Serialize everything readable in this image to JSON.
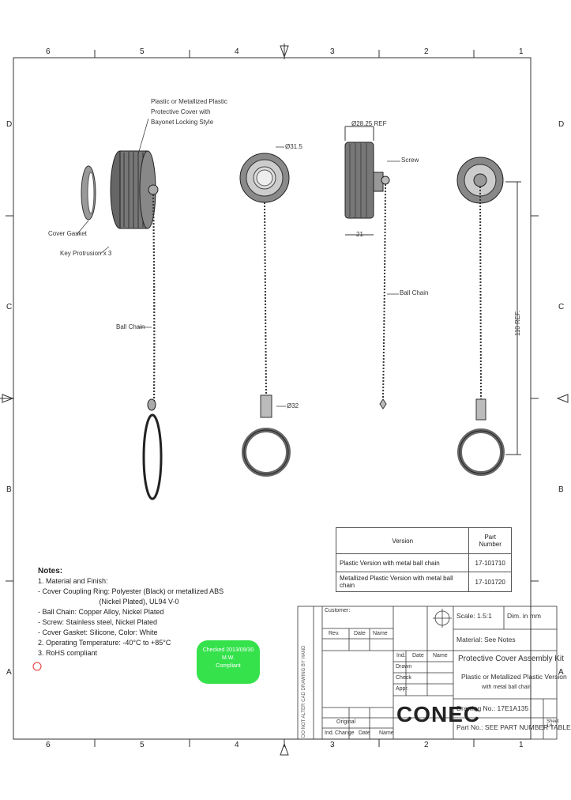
{
  "zones": {
    "top": [
      "6",
      "5",
      "4",
      "3",
      "2",
      "1"
    ],
    "bottom": [
      "6",
      "5",
      "4",
      "3",
      "2",
      "1"
    ],
    "left": [
      "D",
      "C",
      "B",
      "A"
    ],
    "right": [
      "D",
      "C",
      "B",
      "A"
    ]
  },
  "callouts": {
    "cover": [
      "Plastic or Metallized Plastic",
      "Protective Cover with",
      "Bayonet Locking Style"
    ],
    "gasket": "Cover Gasket",
    "key": "Key Protrusion x 3",
    "ball_chain_left": "Ball Chain",
    "dia_front": "Ø31.5",
    "dia_ring": "Ø32",
    "ref_width": "Ø28.25 REF",
    "screw": "Screw",
    "dim_21": "21",
    "ball_chain_right": "Ball Chain",
    "length_ref": "110 REF."
  },
  "version_table": {
    "header": [
      "Version",
      "Part Number"
    ],
    "rows": [
      [
        "Plastic Version with metal ball chain",
        "17-101710"
      ],
      [
        "Metallized Plastic Version with metal ball chain",
        "17-101720"
      ]
    ]
  },
  "notes": {
    "title": "Notes:",
    "lines": [
      "1. Material and Finish:",
      "  - Cover Coupling Ring: Polyester (Black) or metallized ABS",
      "                               (Nickel Plated), UL94 V-0",
      "  - Ball Chain: Copper Alloy, Nickel Plated",
      "  - Screw: Stainless steel, Nickel Plated",
      "  - Cover Gasket: Silicone, Color: White",
      "2. Operating Temperature: -40°C to +85°C",
      "3. RoHS compliant"
    ]
  },
  "stamp": [
    "Checked 2013/09/30",
    "M.W.",
    "Compliant"
  ],
  "title_block": {
    "customer_label": "Customer:",
    "scale": "Scale: 1.5:1",
    "dim": "Dim. in mm",
    "material": "Material: See Notes",
    "title": "Protective Cover Assembly Kit",
    "subtitle_1": "Plastic or Metallized Plastic Version",
    "subtitle_2": "with metal ball chain",
    "drawing_no": "Drawing No.: 17E1A135",
    "part_no": "Part No.: SEE PART NUMBER TABLE",
    "logo": "CONEC",
    "rows_left": [
      "Rev.",
      "Date",
      "Name"
    ],
    "rows_mid": [
      "Ind.",
      "Date",
      "Name"
    ],
    "drawn": [
      "Drawn",
      "Check",
      "Appr."
    ],
    "original": "Original",
    "rev_row": [
      "Ind.",
      "Change",
      "Date",
      "Name"
    ],
    "side_text": "DO NOT ALTER CAD DRAWING BY HAND",
    "sheet": "Sheet 1/1"
  }
}
